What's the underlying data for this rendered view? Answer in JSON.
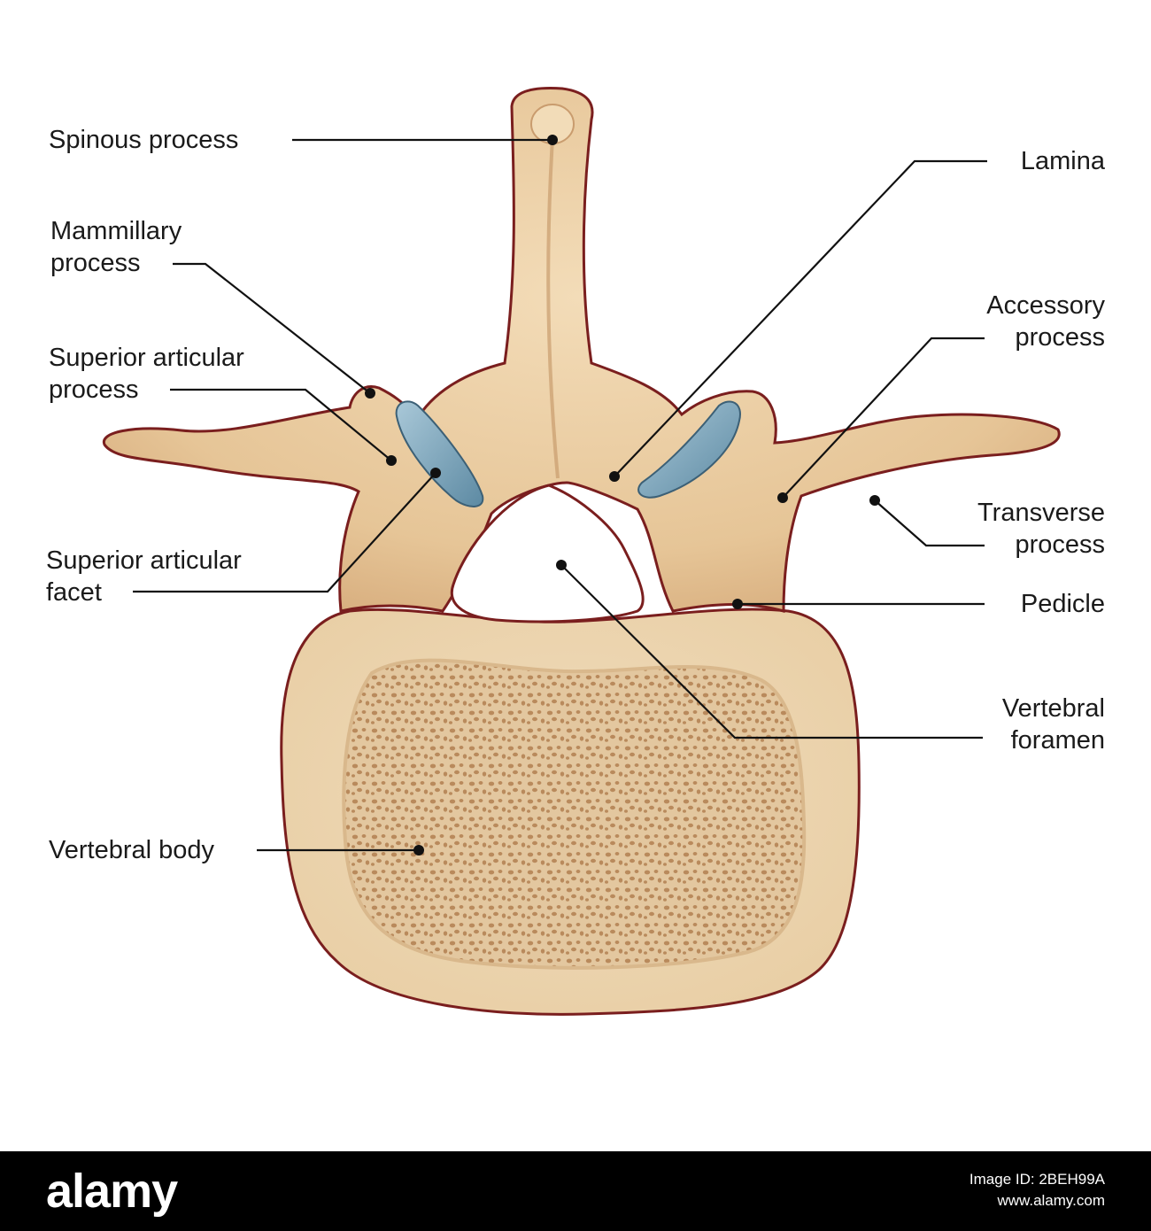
{
  "labels": {
    "spinous_process": "Spinous process",
    "mammillary_process": [
      "Mammillary",
      "process"
    ],
    "superior_articular_process": [
      "Superior articular",
      "process"
    ],
    "superior_articular_facet": [
      "Superior articular",
      "facet"
    ],
    "vertebral_body": "Vertebral body",
    "lamina": "Lamina",
    "accessory_process": [
      "Accessory",
      "process"
    ],
    "transverse_process": [
      "Transverse",
      "process"
    ],
    "pedicle": "Pedicle",
    "vertebral_foramen": [
      "Vertebral",
      "foramen"
    ]
  },
  "footer": {
    "logo": "alamy",
    "image_id_line": "Image ID: 2BEH99A",
    "site": "www.alamy.com"
  },
  "colors": {
    "bone": "#e8c9a0",
    "bone_shadow": "#c99c6e",
    "outline": "#7a1e1e",
    "cancellous": "#c9a57a",
    "cartilage": "#7fa9bf",
    "leader": "#111111"
  }
}
